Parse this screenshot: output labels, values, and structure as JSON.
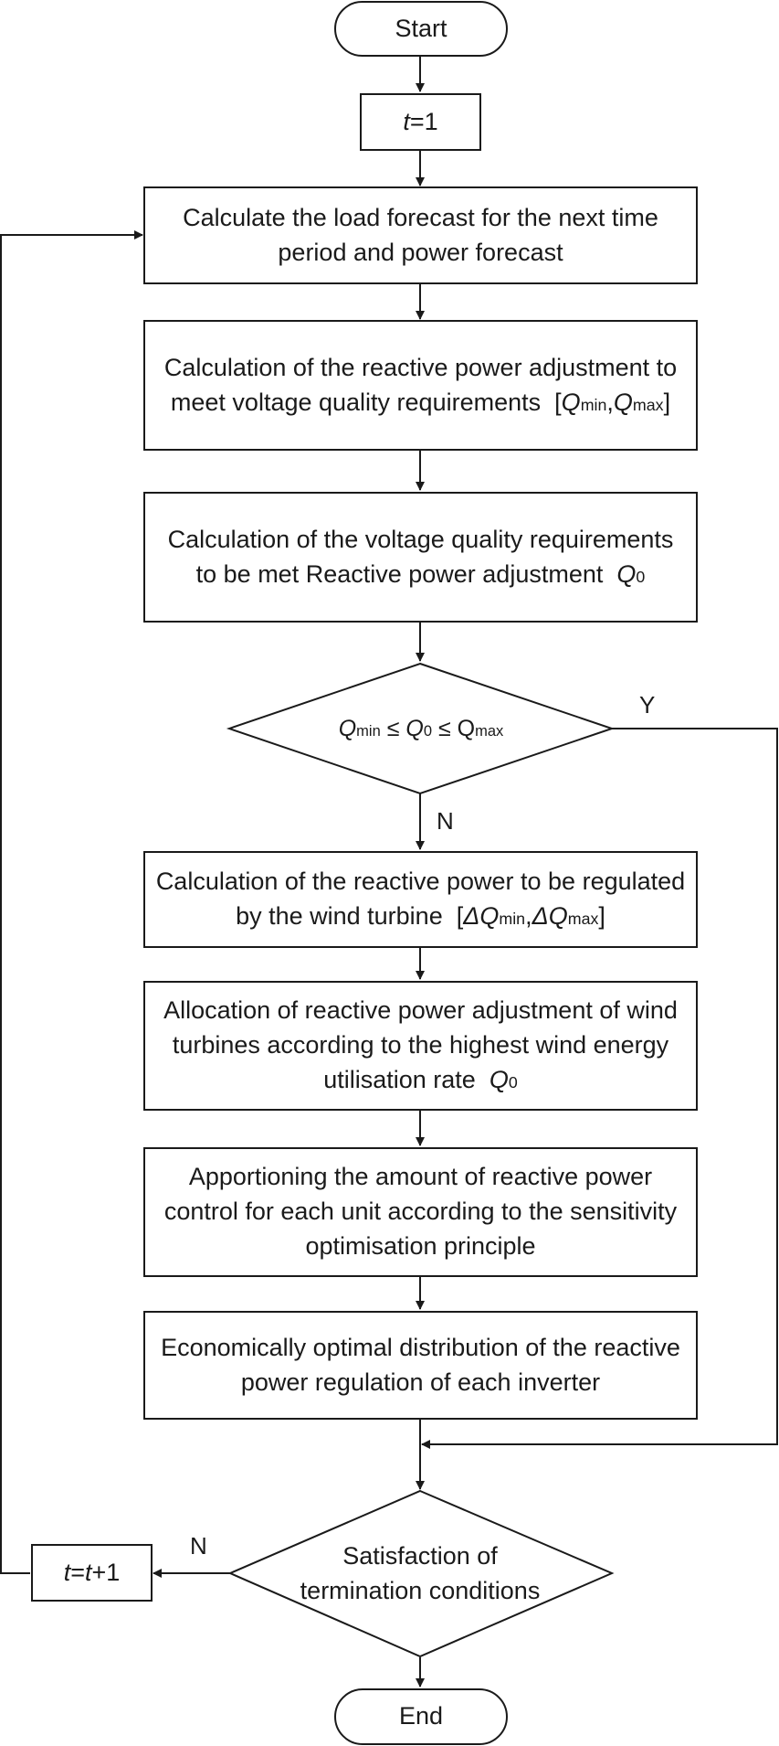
{
  "nodes": {
    "start": "Start",
    "t_init": "=1",
    "forecast": "Calculate the load forecast for the next time period and power forecast",
    "reactive_range": "Calculation of the reactive power adjustment to meet voltage quality requirements",
    "reactive_q0": "Calculation of the voltage quality requirements to be met Reactive power adjustment",
    "check_q0_op1": "≤",
    "check_q0_op2": "≤ Q",
    "wind_turbine": "Calculation of the reactive power to be regulated by the wind turbine",
    "allocation": "Allocation of reactive power adjustment of wind turbines according to the highest wind energy utilisation rate",
    "apportion": "Apportioning the amount of reactive power control for each unit according to the sensitivity optimisation principle",
    "economic": "Economically optimal distribution of the reactive power regulation of each inverter",
    "termination": "Satisfaction of termination conditions",
    "t_update_eq": "=",
    "t_update_plus": "+1",
    "end": "End"
  },
  "math": {
    "t": "t",
    "Q": "Q",
    "dQ": "ΔQ",
    "min": "min",
    "max": "max",
    "zero": "0",
    "bracket_open": "[",
    "comma": ",",
    "bracket_close": "]"
  },
  "labels": {
    "yes": "Y",
    "no_1": "N",
    "no_2": "N"
  }
}
